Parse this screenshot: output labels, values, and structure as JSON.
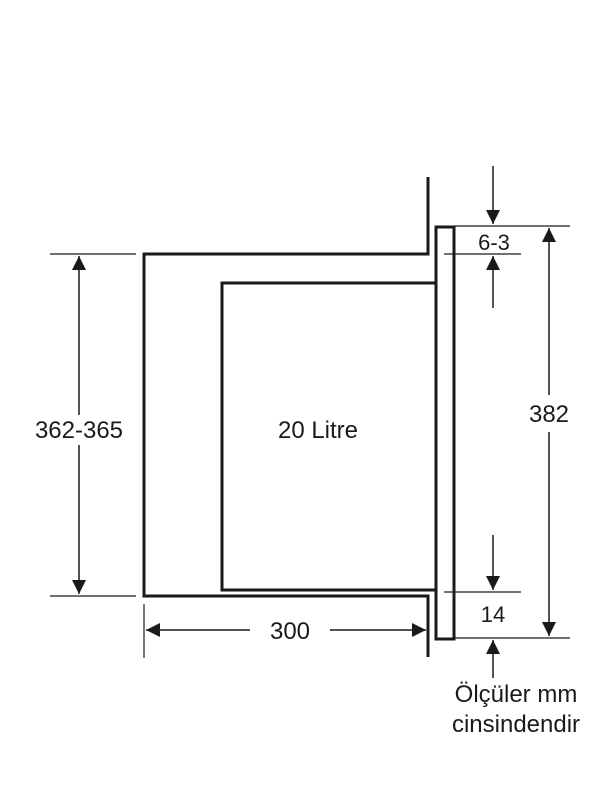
{
  "diagram": {
    "volume_label": "20 Litre",
    "dim_total_height": "362-365",
    "dim_depth": "300",
    "dim_panel_height": "382",
    "dim_top_offset": "6-3",
    "dim_bottom_offset": "14",
    "note_line1": "Ölçüler mm",
    "note_line2": "cinsindendir"
  },
  "colors": {
    "line": "#1a1a1a",
    "background": "#ffffff"
  }
}
